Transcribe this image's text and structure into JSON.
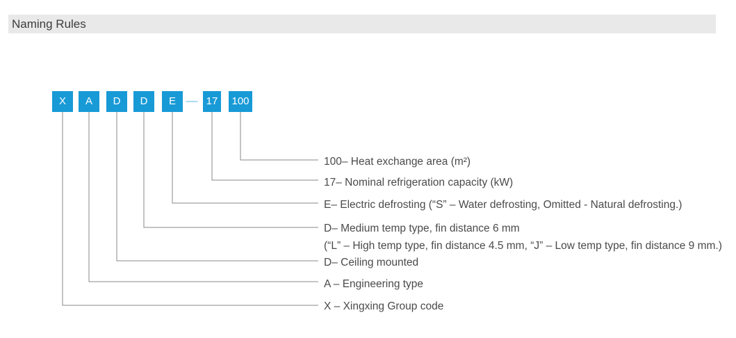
{
  "header": {
    "title": "Naming Rules"
  },
  "colors": {
    "accent": "#189ad6",
    "dash": "#6ebfe4",
    "line": "#8a8a8a",
    "text": "#4a4a4a",
    "header_bg": "#e9e9e9",
    "header_text": "#3c3c3c"
  },
  "diagram": {
    "boxes": [
      {
        "label": "X"
      },
      {
        "label": "A"
      },
      {
        "label": "D"
      },
      {
        "label": "D"
      },
      {
        "label": "E"
      },
      {
        "label": "17"
      },
      {
        "label": "100"
      }
    ],
    "separator": "—",
    "rows": [
      {
        "text": "100– Heat exchange area (m²)"
      },
      {
        "text": "17– Nominal refrigeration capacity (kW)"
      },
      {
        "text": "E– Electric defrosting (“S” – Water defrosting, Omitted - Natural defrosting.)"
      },
      {
        "text": "D– Medium temp type, fin distance 6 mm",
        "note": "(“L” – High temp type, fin distance 4.5 mm, “J” – Low temp type, fin distance 9 mm.)"
      },
      {
        "text": "D– Ceiling mounted"
      },
      {
        "text": "A – Engineering type"
      },
      {
        "text": "X – Xingxing Group code"
      }
    ]
  }
}
